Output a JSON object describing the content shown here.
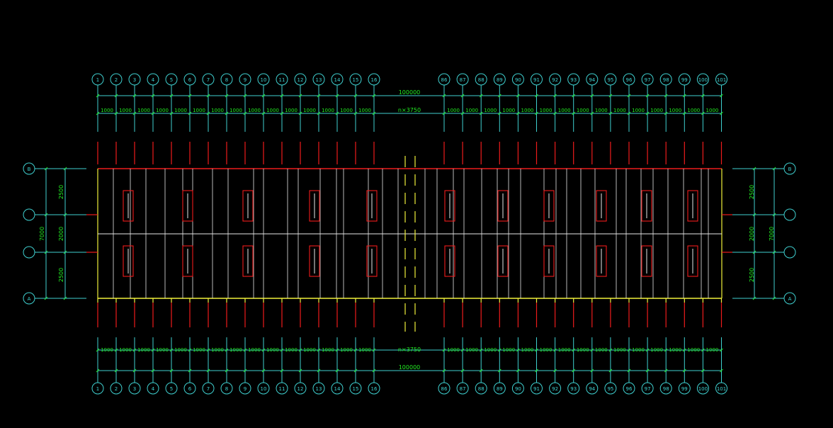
{
  "colors": {
    "background": "#000000",
    "axis_cyan": "#3fd0d0",
    "dimension_green": "#22ee22",
    "column_red": "#ee1c1c",
    "outline_yellow": "#f0ef3a",
    "rafter_white": "#e8e8e8"
  },
  "grid_axes": {
    "left_block": [
      "1",
      "2",
      "3",
      "4",
      "5",
      "6",
      "7",
      "8",
      "9",
      "10",
      "11",
      "12",
      "13",
      "14",
      "15",
      "16"
    ],
    "right_block": [
      "86",
      "87",
      "88",
      "89",
      "90",
      "91",
      "92",
      "93",
      "94",
      "95",
      "96",
      "97",
      "98",
      "99",
      "100",
      "101"
    ],
    "left_side_rows": [
      "B",
      "",
      "",
      "A"
    ],
    "right_side_rows": [
      "B",
      "",
      "",
      "A"
    ]
  },
  "dimensions": {
    "overall_length": "100000",
    "bay_left": [
      "1000",
      "1000",
      "1000",
      "1000",
      "1000",
      "1000",
      "1000",
      "1000",
      "1000",
      "1000",
      "1000",
      "1000",
      "1000",
      "1000",
      "1000"
    ],
    "bay_middle": "n×3750",
    "bay_right": [
      "1000",
      "1000",
      "1000",
      "1000",
      "1000",
      "1000",
      "1000",
      "1000",
      "1000",
      "1000",
      "1000",
      "1000",
      "1000",
      "1000",
      "1000"
    ],
    "transverse_segments": [
      "2500",
      "2000",
      "2500"
    ],
    "transverse_total": "7000"
  }
}
